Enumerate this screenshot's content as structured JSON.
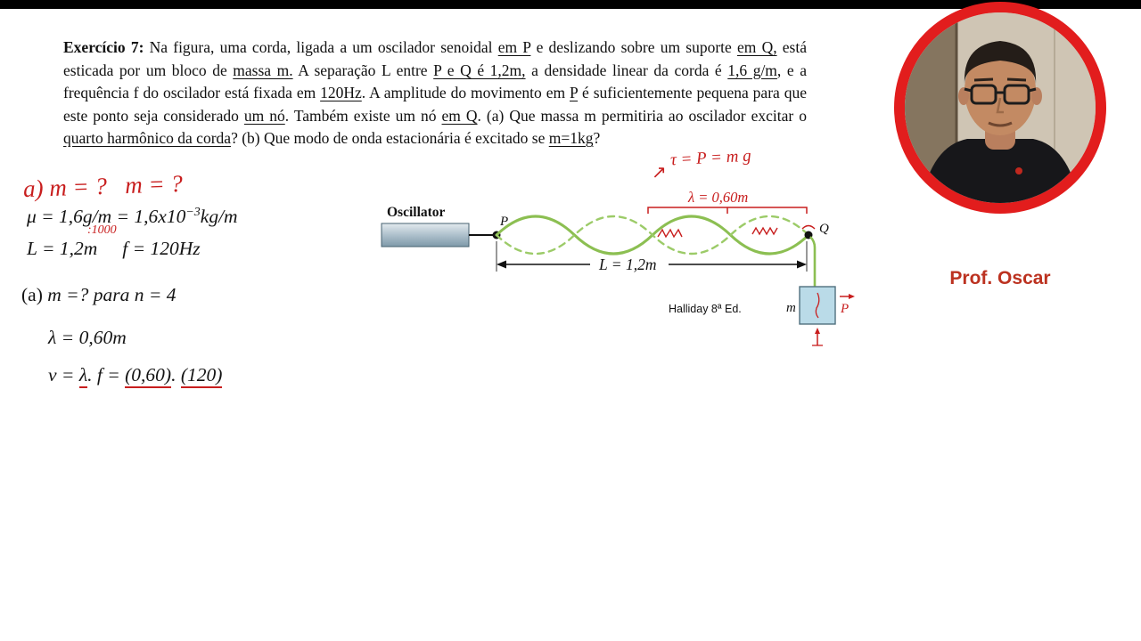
{
  "colors": {
    "pen_red": "#c81e1e",
    "wave_green": "#8cbf52",
    "block_blue": "#badbe8",
    "webcam_ring_red": "#e21d1d",
    "caption_red": "#bc3220",
    "top_bar": "#000000"
  },
  "exercise": {
    "segments": [
      {
        "t": "Exercício 7:",
        "b": true
      },
      {
        "t": " Na figura, uma corda, ligada a um oscilador senoidal "
      },
      {
        "t": "em P",
        "u": true
      },
      {
        "t": " e deslizando sobre um suporte "
      },
      {
        "t": "em Q,",
        "u": true
      },
      {
        "t": " está esticada por um bloco de "
      },
      {
        "t": "massa m.",
        "u": true
      },
      {
        "t": " A separação L entre "
      },
      {
        "t": "P e Q é 1,2m,",
        "u": true
      },
      {
        "t": " a densidade linear da corda é "
      },
      {
        "t": "1,6 g/m",
        "u": true
      },
      {
        "t": ", e a frequência f do oscilador está fixada em "
      },
      {
        "t": "120Hz",
        "u": true
      },
      {
        "t": ". A amplitude do movimento em "
      },
      {
        "t": "P",
        "u": true
      },
      {
        "t": " é suficientemente pequena para que este ponto seja considerado "
      },
      {
        "t": "um nó",
        "u": true
      },
      {
        "t": ". Também existe um nó "
      },
      {
        "t": "em Q",
        "u": true
      },
      {
        "t": ". (a) Que massa m permitiria ao oscilador excitar o "
      },
      {
        "t": "quarto harmônico da corda",
        "u": true
      },
      {
        "t": "? (b) Que modo de onda estacionária é excitado se "
      },
      {
        "t": "m=1kg",
        "u": true
      },
      {
        "t": "?"
      }
    ]
  },
  "annotations": {
    "a_note": "a) m = ?   m = ?",
    "tau_note": "τ = P = m g",
    "arrow_up_right": "↗",
    "div_note": ":1000"
  },
  "math": {
    "lines": {
      "l1": [
        {
          "t": "μ = 1,6g/m = 1,6x10"
        },
        {
          "t": "−3",
          "sup": true
        },
        {
          "t": "kg/m"
        }
      ],
      "l2": [
        {
          "t": "L = 1,2m"
        },
        {
          "t": "f = 120Hz",
          "gap": true
        }
      ],
      "l3": [
        {
          "t": "(a) ",
          "roman": true
        },
        {
          "t": "m =? para n = 4"
        }
      ],
      "l4": [
        {
          "t": "λ = 0,60m"
        }
      ],
      "l5": [
        {
          "t": "v = "
        },
        {
          "t": "λ",
          "ru": true
        },
        {
          "t": ". f = "
        },
        {
          "t": "(0,60)",
          "ru": true
        },
        {
          "t": ". "
        },
        {
          "t": "(120)",
          "ru": true
        }
      ]
    }
  },
  "diagram": {
    "oscillator_label": "Oscillator",
    "p_label": "P",
    "q_label": "Q",
    "lambda_label": "λ = 0,60m",
    "length_label": "L = 1,2m",
    "mass_label": "m",
    "source_label": "Halliday 8ª Ed.",
    "weight_vector_label": "P"
  },
  "webcam": {
    "caption": "Prof. Oscar"
  }
}
